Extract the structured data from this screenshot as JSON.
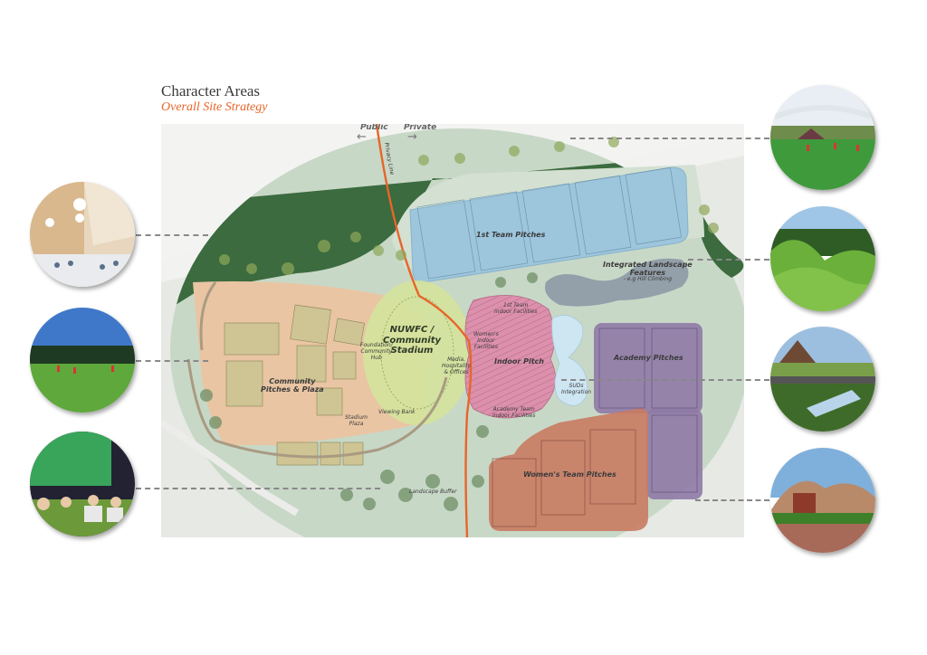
{
  "header": {
    "title": "Character Areas",
    "subtitle": "Overall Site Strategy"
  },
  "colors": {
    "accent_orange": "#e8652a",
    "woodland_green": "#3a6b3c",
    "site_green": "#c5d6c4",
    "first_team_blue": "#9ec5dc",
    "academy_purple": "#8f7aa6",
    "womens_red": "#c97b62",
    "indoor_pink": "#d98aa6",
    "stadium_lime": "#d3e29a",
    "community_tan": "#e9c4a2",
    "suds_blue": "#cde6f1",
    "landscape_grey": "#8a95a3"
  },
  "map": {
    "boundary": {
      "public_label": "Public",
      "private_label": "Private",
      "privacy_line_label": "Privacy Line",
      "left_arrow_icon": "arrow-left-icon",
      "right_arrow_icon": "arrow-right-icon"
    },
    "zones": {
      "first_team": "1st Team Pitches",
      "landscape_title_1": "Integrated Landscape",
      "landscape_title_2": "Features",
      "landscape_note": "- e.g Hill Climbing",
      "stadium_1": "NUWFC /",
      "stadium_2": "Community",
      "stadium_3": "Stadium",
      "foundation_1": "Foundation/",
      "foundation_2": "Community",
      "foundation_3": "Hub",
      "media_1": "Media,",
      "media_2": "Hospitality",
      "media_3": "& Offices",
      "viewing_bank": "Viewing Bank",
      "stadium_plaza_1": "Stadium",
      "stadium_plaza_2": "Plaza",
      "community_1": "Community",
      "community_2": "Pitches & Plaza",
      "indoor_pitch": "Indoor Pitch",
      "first_team_indoor_1": "1st Team",
      "first_team_indoor_2": "Indoor Facilities",
      "womens_indoor_1": "Women's",
      "womens_indoor_2": "Indoor",
      "womens_indoor_3": "Facilities",
      "academy_indoor_1": "Academy Team",
      "academy_indoor_2": "Indoor Facilities",
      "suds_1": "SUDs",
      "suds_2": "Integration",
      "academy": "Academy Pitches",
      "womens": "Women's Team Pitches",
      "landscape_buffer": "Landscape Buffer"
    }
  },
  "photos": {
    "left": [
      {
        "name": "photo-indoor-hall",
        "desc": "Indoor community hall with pendant lights"
      },
      {
        "name": "photo-grass-pitch",
        "desc": "Grass football pitch with players"
      },
      {
        "name": "photo-fan-zone",
        "desc": "Spectators on grass watching big screen"
      }
    ],
    "right": [
      {
        "name": "photo-stadium",
        "desc": "Stadium training pitch"
      },
      {
        "name": "photo-landform",
        "desc": "Grass landform hills"
      },
      {
        "name": "photo-suds-bridge",
        "desc": "Bridge over SUDs water channel"
      },
      {
        "name": "photo-timber-canopy",
        "desc": "Timber gridshell building by water"
      }
    ]
  }
}
